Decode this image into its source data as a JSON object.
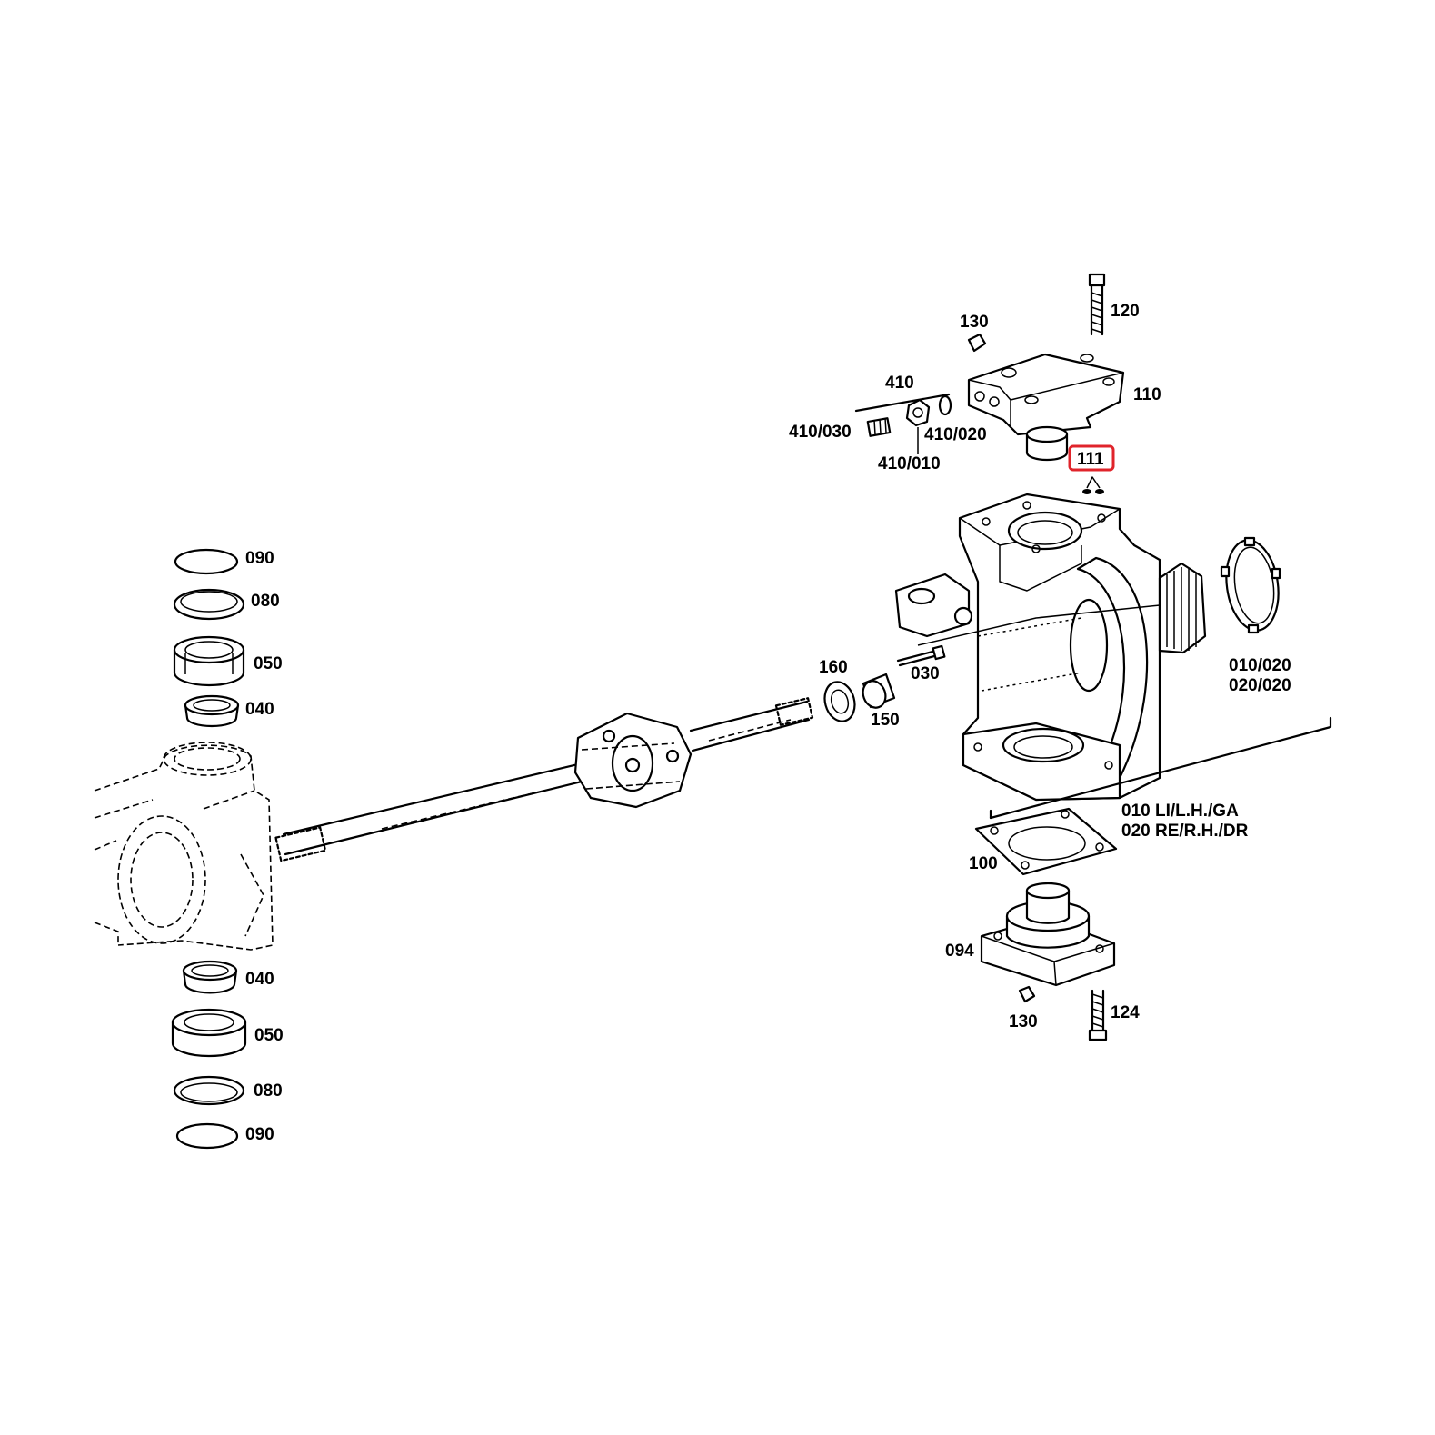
{
  "labels": {
    "p090_top": "090",
    "p080_top": "080",
    "p050_top": "050",
    "p040_top": "040",
    "p040_bot": "040",
    "p050_bot": "050",
    "p080_bot": "080",
    "p090_bot": "090",
    "p160": "160",
    "p150": "150",
    "p030": "030",
    "p130_top": "130",
    "p120": "120",
    "p410": "410",
    "p410_030": "410/030",
    "p410_010": "410/010",
    "p410_020": "410/020",
    "p110": "110",
    "p111": "111",
    "p010_020": "010/020",
    "p020_020": "020/020",
    "p010_side": "010 LI/L.H./GA",
    "p020_side": "020 RE/R.H./DR",
    "p100": "100",
    "p094": "094",
    "p130_bot": "130",
    "p124": "124"
  },
  "highlight_color": "#e0242b"
}
